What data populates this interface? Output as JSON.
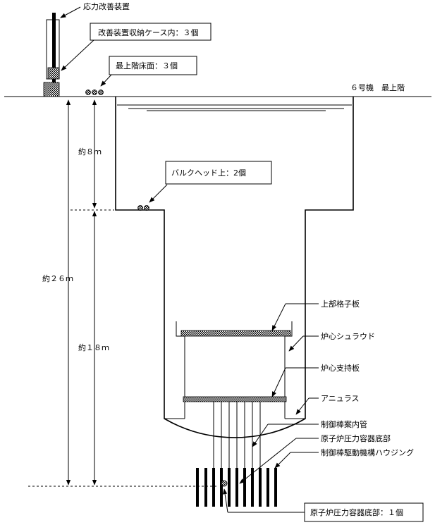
{
  "labels": {
    "stress_device": "応力改善装置",
    "case_inside": "改善装置収納ケース内：３個",
    "top_floor_surface": "最上階床面：３個",
    "unit_floor": "６号機　最上階",
    "bulkhead_top": "バルクヘッド上：2個",
    "top_guide": "上部格子板",
    "core_shroud": "炉心シュラウド",
    "core_plate": "炉心支持板",
    "annulus": "アニュラス",
    "cr_guide_tube": "制御棒案内管",
    "rpv_bottom_head": "原子炉圧力容器底部",
    "crd_housing": "制御棒駆動機構ハウジング",
    "rpv_bottom_count": "原子炉圧力容器底部：１個"
  },
  "dimensions": {
    "approx_8m": "約８ｍ",
    "approx_26m": "約２６ｍ",
    "approx_18m": "約１８ｍ"
  }
}
